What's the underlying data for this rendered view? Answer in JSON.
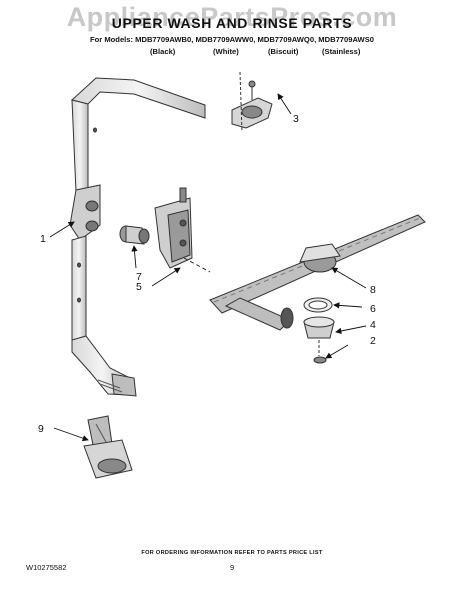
{
  "header": {
    "watermark": "AppliancePartsPros.com",
    "title": "UPPER WASH AND RINSE PARTS",
    "models_line": "For Models: MDB7709AWB0, MDB7709AWW0, MDB7709AWQ0, MDB7709AWS0",
    "colors": [
      "(Black)",
      "(White)",
      "(Biscuit)",
      "(Stainless)"
    ]
  },
  "callouts": [
    "1",
    "2",
    "3",
    "4",
    "5",
    "6",
    "7",
    "8",
    "9"
  ],
  "footer": {
    "note": "FOR ORDERING INFORMATION REFER TO PARTS PRICE LIST",
    "doc_id": "W10275582",
    "page_number": "9"
  }
}
